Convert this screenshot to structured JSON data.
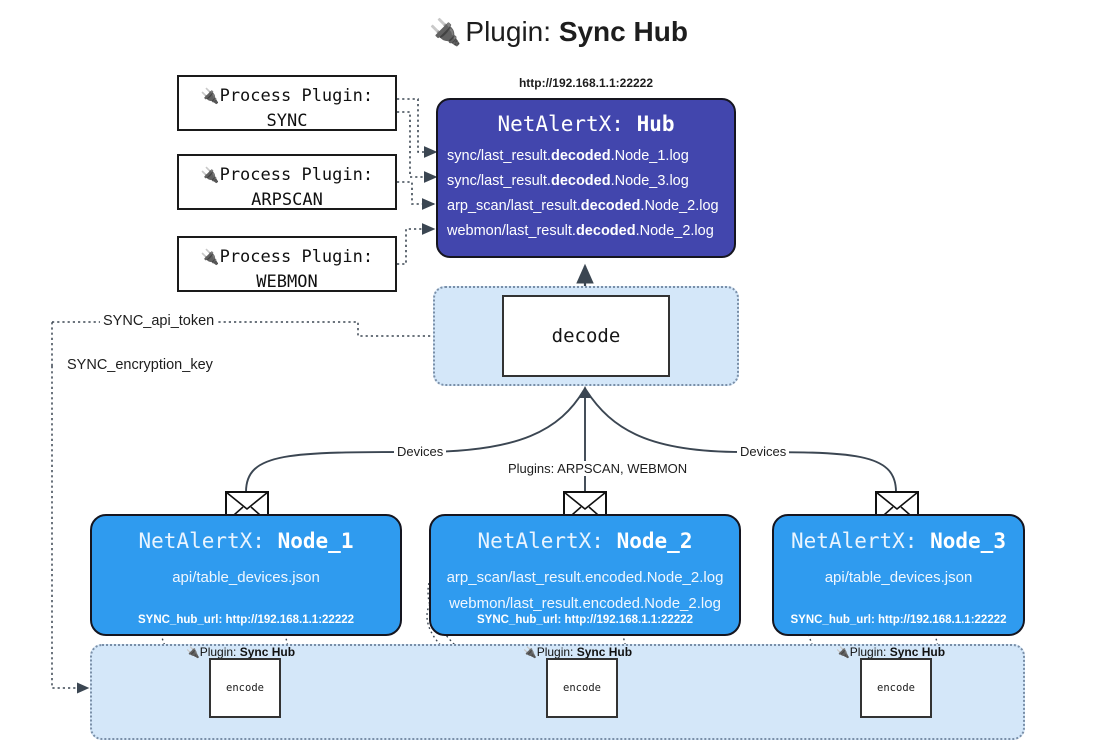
{
  "title": {
    "icon": "plug-icon",
    "prefix": "Plugin:",
    "name": "Sync Hub"
  },
  "process_plugins": [
    {
      "icon": "plug-icon",
      "line1": "Process Plugin:",
      "line2": "SYNC"
    },
    {
      "icon": "plug-icon",
      "line1": "Process Plugin:",
      "line2": "ARPSCAN"
    },
    {
      "icon": "plug-icon",
      "line1": "Process Plugin:",
      "line2": "WEBMON"
    }
  ],
  "hub": {
    "url": "http://192.168.1.1:22222",
    "title_prefix": "NetAlertX:",
    "title_name": "Hub",
    "logs": [
      {
        "pre": "sync/last_result.",
        "strong": "decoded",
        "post": ".Node_1.log"
      },
      {
        "pre": "sync/last_result.",
        "strong": "decoded",
        "post": ".Node_3.log"
      },
      {
        "pre": "arp_scan/last_result.",
        "strong": "decoded",
        "post": ".Node_2.log"
      },
      {
        "pre": "webmon/last_result.",
        "strong": "decoded",
        "post": ".Node_2.log"
      }
    ]
  },
  "decode": {
    "label": "decode"
  },
  "secrets": {
    "api_token": "SYNC_api_token",
    "encryption_key": "SYNC_encryption_key"
  },
  "edges": {
    "devices_left": "Devices",
    "devices_right": "Devices",
    "plugins_middle": "Plugins: ARPSCAN, WEBMON"
  },
  "nodes": [
    {
      "title_prefix": "NetAlertX:",
      "title_name": "Node_1",
      "lines": [
        "api/table_devices.json"
      ],
      "hub_url": "SYNC_hub_url: http://192.168.1.1:22222"
    },
    {
      "title_prefix": "NetAlertX:",
      "title_name": "Node_2",
      "lines": [
        "arp_scan/last_result.encoded.Node_2.log",
        "webmon/last_result.encoded.Node_2.log"
      ],
      "hub_url": "SYNC_hub_url: http://192.168.1.1:22222"
    },
    {
      "title_prefix": "NetAlertX:",
      "title_name": "Node_3",
      "lines": [
        "api/table_devices.json"
      ],
      "hub_url": "SYNC_hub_url: http://192.168.1.1:22222"
    }
  ],
  "encoders": [
    {
      "icon": "plug-icon",
      "label_prefix": "Plugin:",
      "label_name": "Sync Hub",
      "box": "encode"
    },
    {
      "icon": "plug-icon",
      "label_prefix": "Plugin:",
      "label_name": "Sync Hub",
      "box": "encode"
    },
    {
      "icon": "plug-icon",
      "label_prefix": "Plugin:",
      "label_name": "Sync Hub",
      "box": "encode"
    }
  ],
  "colors": {
    "hub_fill": "#4246ad",
    "node_fill": "#2f9bef",
    "container_fill": "#d4e7f9",
    "container_border": "#7a8fa8",
    "stroke": "#333333"
  }
}
